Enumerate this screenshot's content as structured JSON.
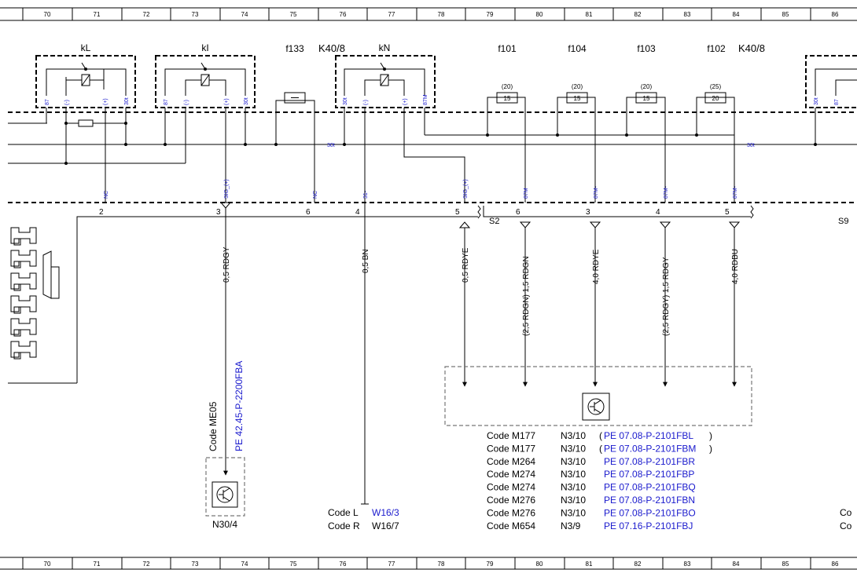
{
  "grid_numbers": [
    "70",
    "71",
    "72",
    "73",
    "74",
    "75",
    "76",
    "77",
    "78",
    "79",
    "80",
    "81",
    "82",
    "83",
    "84",
    "85",
    "86"
  ],
  "relays": {
    "kl": {
      "label": "kL",
      "pins": [
        "87",
        "(-)",
        "(+)",
        "30t"
      ]
    },
    "ki": {
      "label": "kI",
      "pins": [
        "87",
        "(-)",
        "(+)",
        "30t"
      ]
    },
    "kn": {
      "label": "kN",
      "pins": [
        "30t",
        "(-)",
        "(+)",
        "87M"
      ]
    },
    "k40_first": "K40/8",
    "k40_second": "K40/8"
  },
  "fuses": {
    "f133": {
      "label": "f133"
    },
    "f101": {
      "label": "f101",
      "rating": "(20)",
      "value": "15"
    },
    "f104": {
      "label": "f104",
      "rating": "(20)",
      "value": "15"
    },
    "f103": {
      "label": "f103",
      "rating": "(20)",
      "value": "15"
    },
    "f102": {
      "label": "f102",
      "rating": "(25)",
      "value": "20"
    }
  },
  "bus_labels": {
    "left_30t": "30t",
    "right_30t": "30t"
  },
  "signals": [
    "NC",
    "SIG_(+)",
    "NC",
    "31-",
    "SIG_(+)",
    "87M",
    "87M-",
    "87M-",
    "87M-"
  ],
  "pins": [
    "2",
    "3",
    "6",
    "4",
    "5",
    "6",
    "3",
    "4",
    "5"
  ],
  "connectors": {
    "s2": "S2",
    "s9": "S9"
  },
  "wires": [
    "0,5 RDGY",
    "0,5 BN",
    "0,5 RDYE",
    "(2,5 RDGN) 1,5 RDGN",
    "4,0 RDYE",
    "(2,5 RDGY) 1,5 RDGY",
    "4,0 RDBU"
  ],
  "me05": {
    "code": "Code ME05",
    "ref": "PE 42.45-P-2200FBA",
    "component": "N30/4"
  },
  "ground": [
    {
      "code": "Code L",
      "comp": "W16/3"
    },
    {
      "code": "Code R",
      "comp": "W16/7"
    }
  ],
  "codes": [
    {
      "code": "Code M177",
      "comp": "N3/10",
      "open": "(",
      "ref": "PE 07.08-P-2101FBL",
      "close": ")"
    },
    {
      "code": "Code M177",
      "comp": "N3/10",
      "open": "(",
      "ref": "PE 07.08-P-2101FBM",
      "close": ")"
    },
    {
      "code": "Code M264",
      "comp": "N3/10",
      "open": "",
      "ref": "PE 07.08-P-2101FBR",
      "close": ""
    },
    {
      "code": "Code M274",
      "comp": "N3/10",
      "open": "",
      "ref": "PE 07.08-P-2101FBP",
      "close": ""
    },
    {
      "code": "Code M274",
      "comp": "N3/10",
      "open": "",
      "ref": "PE 07.08-P-2101FBQ",
      "close": ""
    },
    {
      "code": "Code M276",
      "comp": "N3/10",
      "open": "",
      "ref": "PE 07.08-P-2101FBN",
      "close": ""
    },
    {
      "code": "Code M276",
      "comp": "N3/10",
      "open": "",
      "ref": "PE 07.08-P-2101FBO",
      "close": ""
    },
    {
      "code": "Code M654",
      "comp": "N3/9",
      "open": "",
      "ref": "PE 07.16-P-2101FBJ",
      "close": ""
    }
  ],
  "right_edge_text": [
    "Co",
    "Co"
  ]
}
